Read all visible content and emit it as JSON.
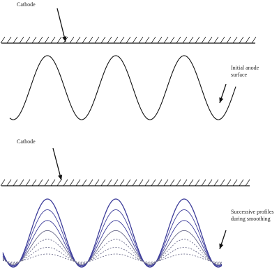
{
  "figure": {
    "top_panel": {
      "cathode_label": "Cathode",
      "anode_label": "Initial anode\nsurface"
    },
    "bottom_panel": {
      "cathode_label": "Cathode",
      "profiles_label": "Successive profiles\nduring smoothing",
      "profile_count": 7,
      "profile_amplitudes_relative": [
        1.0,
        0.83,
        0.66,
        0.5,
        0.36,
        0.23,
        0.12
      ]
    },
    "colors": {
      "ink": "#111111",
      "profile_primary": "#3d3d9a",
      "profile_secondary": "#6a6a8a"
    }
  }
}
